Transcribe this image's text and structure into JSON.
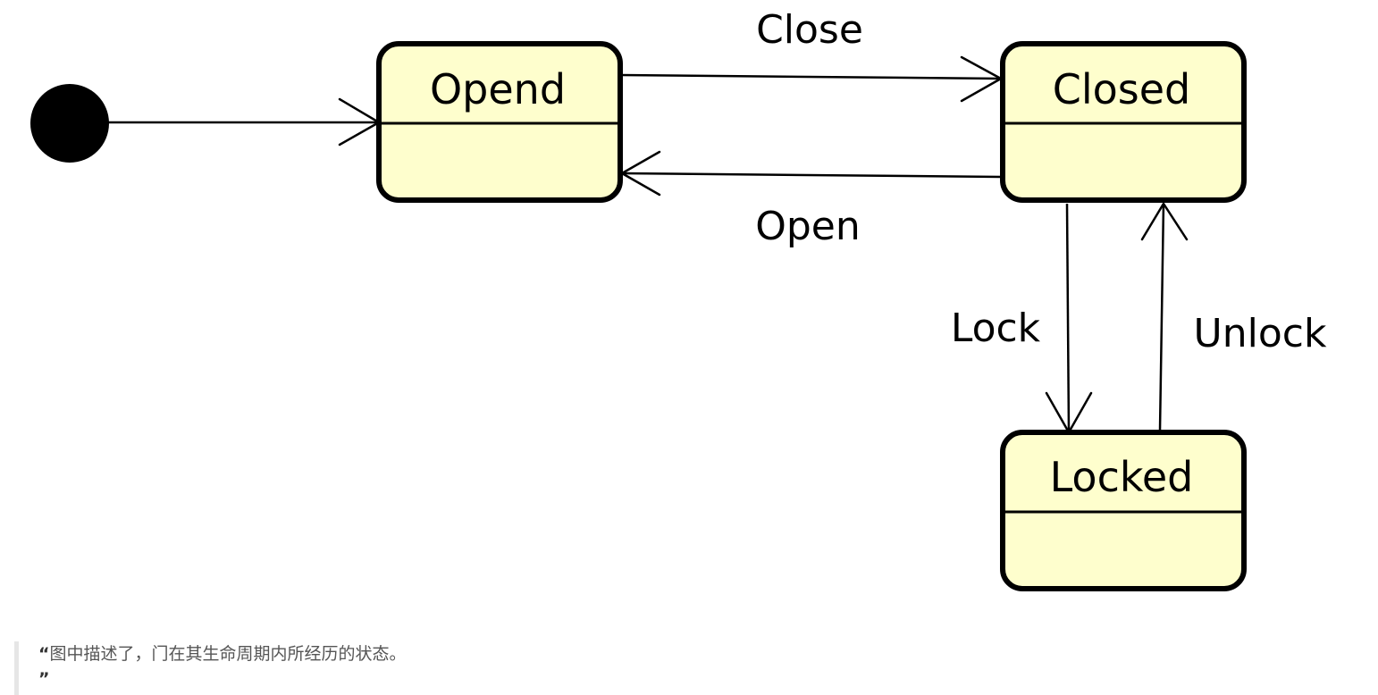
{
  "diagram": {
    "initial_state": "initial",
    "states": [
      {
        "id": "opend",
        "name": "Opend"
      },
      {
        "id": "closed",
        "name": "Closed"
      },
      {
        "id": "locked",
        "name": "Locked"
      }
    ],
    "transitions": [
      {
        "from": "initial",
        "to": "opend",
        "label": ""
      },
      {
        "from": "opend",
        "to": "closed",
        "label": "Close"
      },
      {
        "from": "closed",
        "to": "opend",
        "label": "Open"
      },
      {
        "from": "closed",
        "to": "locked",
        "label": "Lock"
      },
      {
        "from": "locked",
        "to": "closed",
        "label": "Unlock"
      }
    ],
    "colors": {
      "state_fill": "#fefecd",
      "stroke": "#000000"
    }
  },
  "caption": {
    "open_quote": "“",
    "text": "图中描述了，门在其生命周期内所经历的状态。",
    "close_quote": "”"
  }
}
